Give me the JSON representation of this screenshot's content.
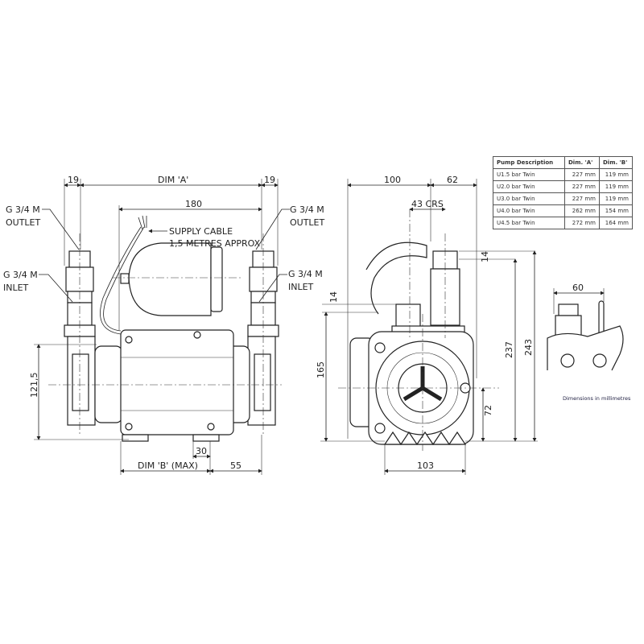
{
  "left_view": {
    "dim_19_left": "19",
    "dim_a": "DIM 'A'",
    "dim_19_right": "19",
    "dim_180": "180",
    "outlet_left": [
      "G 3/4 M",
      "OUTLET"
    ],
    "inlet_left": [
      "G 3/4 M",
      "INLET"
    ],
    "outlet_right": [
      "G 3/4 M",
      "OUTLET"
    ],
    "inlet_right": [
      "G 3/4 M",
      "INLET"
    ],
    "supply_cable": [
      "SUPPLY CABLE",
      "1,5 METRES APPROX"
    ],
    "dim_121_5": "121,5",
    "dim_30": "30",
    "dim_b": "DIM 'B' (MAX)",
    "dim_55": "55"
  },
  "side_view": {
    "dim_100": "100",
    "dim_62": "62",
    "dim_43": "43 CRS",
    "dim_14_top": "14",
    "dim_14_left": "14",
    "dim_165": "165",
    "dim_237": "237",
    "dim_243": "243",
    "dim_72": "72",
    "dim_103": "103"
  },
  "inset_view": {
    "dim_60": "60"
  },
  "table": {
    "headers": [
      "Pump Description",
      "Dim. 'A'",
      "Dim. 'B'"
    ],
    "rows": [
      [
        "U1.5 bar Twin",
        "227 mm",
        "119 mm"
      ],
      [
        "U2.0 bar Twin",
        "227 mm",
        "119 mm"
      ],
      [
        "U3.0 bar Twin",
        "227 mm",
        "119 mm"
      ],
      [
        "U4.0 bar Twin",
        "262 mm",
        "154 mm"
      ],
      [
        "U4.5 bar Twin",
        "272 mm",
        "164 mm"
      ]
    ]
  },
  "units_note": "Dimensions in millimetres"
}
